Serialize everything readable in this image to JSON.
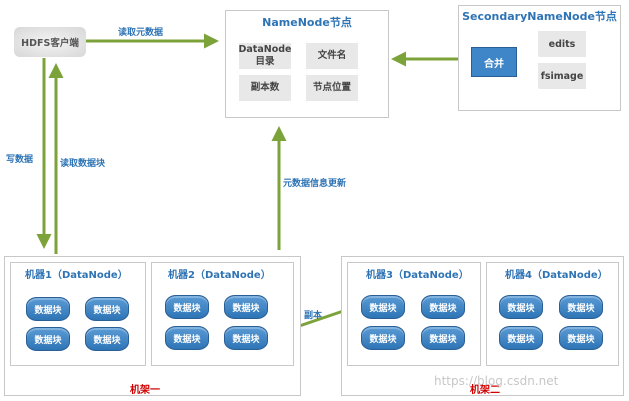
{
  "client": {
    "label": "HDFS客户端"
  },
  "namenode": {
    "title": "NameNode节点",
    "cells": [
      "DataNode\n目录",
      "文件名",
      "副本数",
      "节点位置"
    ]
  },
  "secondary": {
    "title": "SecondaryNameNode节点",
    "merge": "合并",
    "docs": [
      "edits",
      "fsimage"
    ]
  },
  "edges": {
    "read_metadata": "读取元数据",
    "write_data": "写数据",
    "read_block": "读取数据块",
    "metadata_update": "元数据信息更新",
    "replica": "副本"
  },
  "racks": [
    {
      "label": "机架一"
    },
    {
      "label": "机架二"
    }
  ],
  "machines": [
    "机器1（DataNode）",
    "机器2（DataNode）",
    "机器3（DataNode）",
    "机器4（DataNode）"
  ],
  "block_label": "数据块",
  "watermark": "https://blog.csdn.net",
  "colors": {
    "arrow": "#7ca23a",
    "title": "#2e74b5",
    "block": "#3f86c8",
    "rack": "#d00000"
  }
}
